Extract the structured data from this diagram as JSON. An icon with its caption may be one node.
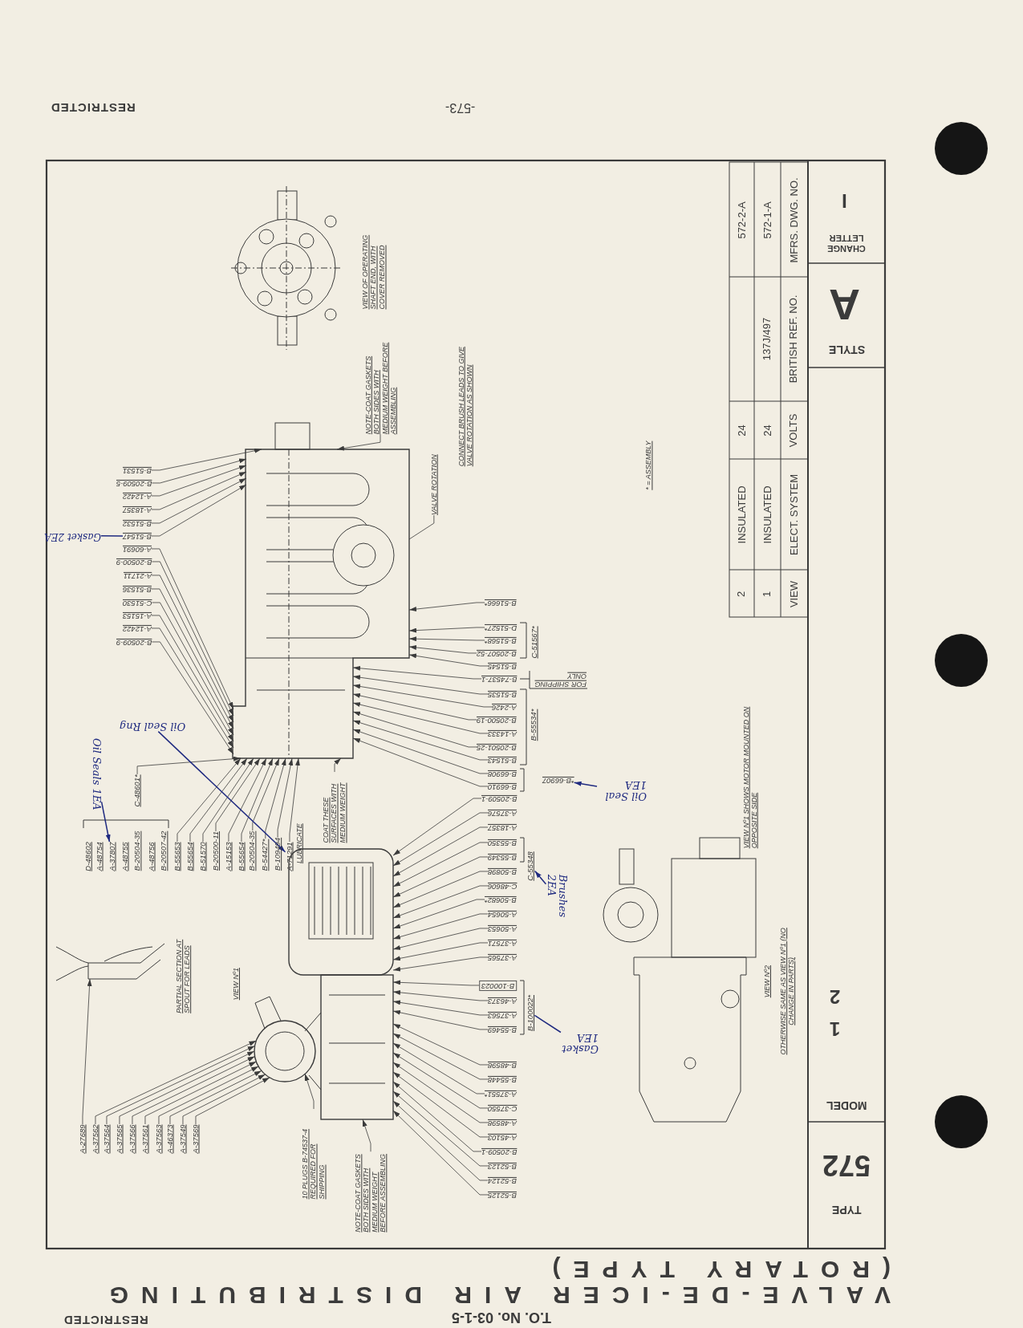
{
  "diagram": {
    "title": "VALVE-DE-ICER AIR DISTRIBUTING (ROTARY TYPE)",
    "nodes": [
      {
        "text": [
          "B-51531"
        ]
      },
      {
        "text": [
          "B-20509-5"
        ]
      },
      {
        "text": [
          "A-12422"
        ]
      },
      {
        "text": [
          "A-18357"
        ]
      },
      {
        "text": [
          "B-51532"
        ]
      },
      {
        "text": [
          "B-51547"
        ]
      },
      {
        "text": [
          "A-60691"
        ]
      },
      {
        "text": [
          "B-20500-9"
        ]
      },
      {
        "text": [
          "A-21711"
        ]
      },
      {
        "text": [
          "B-51536"
        ]
      },
      {
        "text": [
          "C-51530"
        ]
      },
      {
        "text": [
          "A-15153"
        ]
      },
      {
        "text": [
          "A-12422"
        ]
      },
      {
        "text": [
          "B-20509-9"
        ]
      },
      {
        "text": [
          "B-51666*"
        ]
      },
      {
        "text": [
          "D-51527*"
        ]
      },
      {
        "text": [
          "B-51568*"
        ]
      },
      {
        "text": [
          "B-20507-52"
        ]
      },
      {
        "text": [
          "B-51545"
        ]
      },
      {
        "text": [
          "B-74537-1"
        ]
      },
      {
        "text": [
          "B-51535"
        ]
      },
      {
        "text": [
          "A-2426"
        ]
      },
      {
        "text": [
          "B-20500-19"
        ]
      },
      {
        "text": [
          "A-14333"
        ]
      },
      {
        "text": [
          "B-20501-25"
        ]
      },
      {
        "text": [
          "B-51543"
        ]
      },
      {
        "text": [
          "B-66908"
        ]
      },
      {
        "text": [
          "B-66910"
        ]
      },
      {
        "text": [
          "B-20509-1"
        ]
      },
      {
        "text": [
          "A-37576"
        ]
      },
      {
        "text": [
          "A-18357"
        ]
      },
      {
        "text": [
          "B-55350"
        ]
      },
      {
        "text": [
          "B-55349"
        ]
      },
      {
        "text": [
          "B-50898"
        ]
      },
      {
        "text": [
          "C-48606"
        ]
      },
      {
        "text": [
          "B-50682*"
        ]
      },
      {
        "text": [
          "A-50654"
        ]
      },
      {
        "text": [
          "A-50653"
        ]
      },
      {
        "text": [
          "A-37571"
        ]
      },
      {
        "text": [
          "A-37565"
        ]
      },
      {
        "text": [
          "B-100023"
        ]
      },
      {
        "text": [
          "A-46373"
        ]
      },
      {
        "text": [
          "A-37563"
        ]
      },
      {
        "text": [
          "B-55469"
        ]
      },
      {
        "text": [
          "B-48598"
        ]
      },
      {
        "text": [
          "B-55448"
        ]
      },
      {
        "text": [
          "A-37551*"
        ]
      },
      {
        "text": [
          "C-37550"
        ]
      },
      {
        "text": [
          "A-48598"
        ]
      },
      {
        "text": [
          "A-45103"
        ]
      },
      {
        "text": [
          "B-20509-1"
        ]
      },
      {
        "text": [
          "B-52123"
        ]
      },
      {
        "text": [
          "B-52124"
        ]
      },
      {
        "text": [
          "B-52125"
        ]
      },
      {
        "text": [
          "A-37807"
        ]
      },
      {
        "text": [
          "C-48601*"
        ]
      },
      {
        "text": [
          "B-55653"
        ]
      },
      {
        "text": [
          "B-55654"
        ]
      },
      {
        "text": [
          "B-51570"
        ]
      },
      {
        "text": [
          "B-20500-11"
        ]
      },
      {
        "text": [
          "A-15153"
        ]
      },
      {
        "text": [
          "B-55654"
        ]
      },
      {
        "text": [
          "B-20504-35"
        ]
      },
      {
        "text": [
          "B-54427*"
        ]
      },
      {
        "text": [
          "B-109494"
        ]
      },
      {
        "text": [
          "A-71291"
        ]
      },
      {
        "text": [
          "A-27689"
        ]
      },
      {
        "text": [
          "A-37562"
        ]
      },
      {
        "text": [
          "A-37564"
        ]
      },
      {
        "text": [
          "A-37565"
        ]
      },
      {
        "text": [
          "A-37566"
        ]
      },
      {
        "text": [
          "A-37561"
        ]
      },
      {
        "text": [
          "A-37563"
        ]
      },
      {
        "text": [
          "A-46373"
        ]
      },
      {
        "text": [
          "A-37549"
        ]
      },
      {
        "text": [
          "A-37569"
        ]
      },
      {
        "text": [
          "10 PLUGS B-74537-4 REQUIRED FOR SHIPPING"
        ]
      },
      {
        "text": [
          "NOTE-COAT GASKETS BOTH SIDES WITH MEDIUM WEIGHT BEFORE ASSEMBLING"
        ]
      },
      {
        "text": [
          "COAT THESE SURFACES WITH MEDIUM WEIGHT"
        ]
      },
      {
        "text": [
          "VALVE ROTATION"
        ]
      },
      {
        "text": [
          "NOTE-COAT GASKETS BOTH SIDES WITH MEDIUM WEIGHT BEFORE ASSEMBLING"
        ]
      },
      {
        "text": [
          "Oil Seal Rng"
        ]
      },
      {
        "text": [
          "Oil Seal 1EA"
        ]
      },
      {
        "text": [
          "Brushes 2EA"
        ]
      },
      {
        "text": [
          "Oil Seals 1EA"
        ]
      },
      {
        "text": [
          "Gasket 2EA"
        ]
      },
      {
        "text": [
          "Gasket 1EA"
        ]
      },
      {
        "text": [
          "*B-66907"
        ]
      },
      {
        "text": [
          "C-55348"
        ]
      },
      {
        "text": [
          "B-100022*"
        ]
      },
      {
        "text": [],
        "shape": "picture"
      },
      {
        "text": [],
        "shape": "picture"
      },
      {
        "text": [],
        "shape": "picture"
      },
      {
        "text": [],
        "shape": "picture"
      }
    ],
    "edges": [
      {
        "from": 0,
        "to": 90,
        "arrow": "to"
      },
      {
        "from": 1,
        "to": 90,
        "arrow": "to"
      },
      {
        "from": 2,
        "to": 90,
        "arrow": "to"
      },
      {
        "from": 3,
        "to": 90,
        "arrow": "to"
      },
      {
        "from": 4,
        "to": 90,
        "arrow": "to"
      },
      {
        "from": 5,
        "to": 90,
        "arrow": "to"
      },
      {
        "from": 6,
        "to": 90,
        "arrow": "to"
      },
      {
        "from": 7,
        "to": 90,
        "arrow": "to"
      },
      {
        "from": 8,
        "to": 90,
        "arrow": "to"
      },
      {
        "from": 9,
        "to": 90,
        "arrow": "to"
      },
      {
        "from": 10,
        "to": 90,
        "arrow": "to"
      },
      {
        "from": 11,
        "to": 90,
        "arrow": "to"
      },
      {
        "from": 12,
        "to": 90,
        "arrow": "to"
      },
      {
        "from": 13,
        "to": 90,
        "arrow": "to"
      },
      {
        "from": 14,
        "to": 90,
        "arrow": "to"
      },
      {
        "from": 15,
        "to": 90,
        "arrow": "to"
      },
      {
        "from": 16,
        "to": 90,
        "arrow": "to"
      },
      {
        "from": 17,
        "to": 90,
        "arrow": "to"
      },
      {
        "from": 18,
        "to": 90,
        "arrow": "to"
      },
      {
        "from": 19,
        "to": 90,
        "arrow": "to"
      },
      {
        "from": 20,
        "to": 90,
        "arrow": "to"
      },
      {
        "from": 21,
        "to": 90,
        "arrow": "to"
      },
      {
        "from": 22,
        "to": 90,
        "arrow": "to"
      },
      {
        "from": 23,
        "to": 90,
        "arrow": "to"
      },
      {
        "from": 24,
        "to": 90,
        "arrow": "to"
      },
      {
        "from": 25,
        "to": 90,
        "arrow": "to"
      },
      {
        "from": 26,
        "to": 90,
        "arrow": "to"
      },
      {
        "from": 27,
        "to": 90,
        "arrow": "to"
      },
      {
        "from": 28,
        "to": 91,
        "arrow": "to"
      },
      {
        "from": 29,
        "to": 91,
        "arrow": "to"
      },
      {
        "from": 30,
        "to": 91,
        "arrow": "to"
      },
      {
        "from": 31,
        "to": 91,
        "arrow": "to"
      },
      {
        "from": 32,
        "to": 91,
        "arrow": "to"
      },
      {
        "from": 33,
        "to": 91,
        "arrow": "to"
      },
      {
        "from": 34,
        "to": 91,
        "arrow": "to"
      },
      {
        "from": 35,
        "to": 91,
        "arrow": "to"
      },
      {
        "from": 36,
        "to": 91,
        "arrow": "to"
      },
      {
        "from": 37,
        "to": 91,
        "arrow": "to"
      },
      {
        "from": 38,
        "to": 91,
        "arrow": "to"
      },
      {
        "from": 39,
        "to": 91,
        "arrow": "to"
      },
      {
        "from": 40,
        "to": 91,
        "arrow": "to"
      },
      {
        "from": 41,
        "to": 91,
        "arrow": "to"
      },
      {
        "from": 42,
        "to": 91,
        "arrow": "to"
      },
      {
        "from": 43,
        "to": 91,
        "arrow": "to"
      },
      {
        "from": 44,
        "to": 91,
        "arrow": "to"
      },
      {
        "from": 45,
        "to": 91,
        "arrow": "to"
      },
      {
        "from": 46,
        "to": 91,
        "arrow": "to"
      },
      {
        "from": 47,
        "to": 91,
        "arrow": "to"
      },
      {
        "from": 48,
        "to": 91,
        "arrow": "to"
      },
      {
        "from": 49,
        "to": 91,
        "arrow": "to"
      },
      {
        "from": 50,
        "to": 91,
        "arrow": "to"
      },
      {
        "from": 51,
        "to": 91,
        "arrow": "to"
      },
      {
        "from": 52,
        "to": 91,
        "arrow": "to"
      },
      {
        "from": 53,
        "to": 91,
        "arrow": "to"
      },
      {
        "from": 55,
        "to": 90,
        "arrow": "to"
      },
      {
        "from": 56,
        "to": 90,
        "arrow": "to"
      },
      {
        "from": 57,
        "to": 90,
        "arrow": "to"
      },
      {
        "from": 58,
        "to": 90,
        "arrow": "to"
      },
      {
        "from": 59,
        "to": 90,
        "arrow": "to"
      },
      {
        "from": 60,
        "to": 90,
        "arrow": "to"
      },
      {
        "from": 61,
        "to": 90,
        "arrow": "to"
      },
      {
        "from": 62,
        "to": 90,
        "arrow": "to"
      },
      {
        "from": 63,
        "to": 90,
        "arrow": "to"
      },
      {
        "from": 64,
        "to": 90,
        "arrow": "to"
      },
      {
        "from": 65,
        "to": 90,
        "arrow": "to"
      },
      {
        "from": 66,
        "to": 93,
        "arrow": "to"
      },
      {
        "from": 67,
        "to": 92,
        "arrow": "to"
      },
      {
        "from": 68,
        "to": 92,
        "arrow": "to"
      },
      {
        "from": 69,
        "to": 92,
        "arrow": "to"
      },
      {
        "from": 70,
        "to": 92,
        "arrow": "to"
      },
      {
        "from": 71,
        "to": 92,
        "arrow": "to"
      },
      {
        "from": 72,
        "to": 92,
        "arrow": "to"
      },
      {
        "from": 73,
        "to": 92,
        "arrow": "to"
      },
      {
        "from": 74,
        "to": 92,
        "arrow": "to"
      },
      {
        "from": 75,
        "to": 92,
        "arrow": "to"
      },
      {
        "from": 76,
        "to": 92,
        "arrow": "to"
      },
      {
        "from": 77,
        "to": 91,
        "arrow": "to"
      },
      {
        "from": 78,
        "to": 90,
        "arrow": "to"
      },
      {
        "from": 79,
        "to": 90,
        "arrow": "none"
      },
      {
        "from": 80,
        "to": 90,
        "arrow": "to"
      },
      {
        "from": 81,
        "to": 65,
        "arrow": "to",
        "color": "#1f2a80"
      },
      {
        "from": 82,
        "to": 87,
        "arrow": "to",
        "color": "#1f2a80"
      },
      {
        "from": 83,
        "to": 88,
        "arrow": "to",
        "color": "#1f2a80"
      },
      {
        "from": 84,
        "to": 54,
        "arrow": "to",
        "color": "#1f2a80"
      },
      {
        "from": 85,
        "to": 5,
        "arrow": "none",
        "color": "#1f2a80"
      },
      {
        "from": 86,
        "to": 89,
        "arrow": "none",
        "color": "#1f2a80"
      }
    ],
    "labels": [
      "RESTRICTED",
      "-573-",
      "VIEW OF OPERATING SHAFT END, WITH COVER REMOVED",
      "CONNECT BRUSH LEADS TO GIVE VALVE ROTATION AS SHOWN",
      "* = ASSEMBLY",
      "2",
      "INSULATED",
      "24",
      "572-2-A",
      "1",
      "INSULATED",
      "24",
      "137J/497",
      "572-1-A",
      "VIEW",
      "ELECT. SYSTEM",
      "VOLTS",
      "BRITISH REF. NO.",
      "MFRS. DWG. NO.",
      "I",
      "CHANGE LETTER",
      "A",
      "STYLE",
      "1",
      "2",
      "MODEL",
      "572",
      "TYPE",
      "VIEW Nº1 SHOWS MOTOR MOUNTED ON OPPOSITE SIDE",
      "VIEW Nº2",
      "OTHERWISE SAME AS VIEW Nº1 (NO CHANGE IN PARTS)",
      "VIEW Nº1",
      "PARTIAL SECTION AT SPOUT FOR LEADS",
      "C-51567*",
      "FOR SHIPPING ONLY",
      "B-55534*",
      "D-48602",
      "A-48754",
      "A-48755",
      "B-20504-35",
      "A-48756",
      "B-20507-42",
      "LUBRICATE",
      "RESTRICTED",
      "T.O. No. 03-1-5"
    ]
  }
}
